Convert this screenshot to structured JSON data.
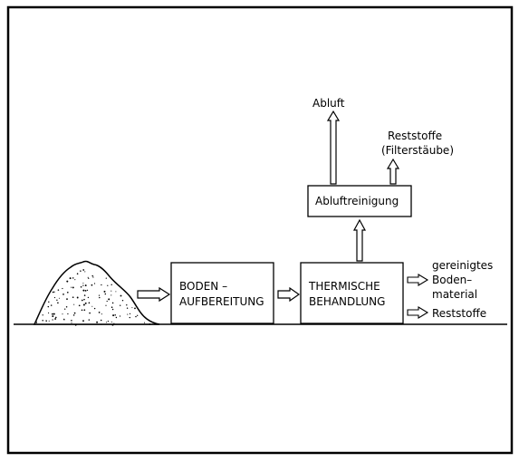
{
  "diagram": {
    "boxes": {
      "boden_line1": "BODEN   –",
      "boden_line2": "AUFBEREITUNG",
      "thermisch_line1": "THERMISCHE",
      "thermisch_line2": "BEHANDLUNG",
      "abluft_box": "Abluftreinigung"
    },
    "labels": {
      "abluft": "Abluft",
      "reststoffe_top_line1": "Reststoffe",
      "reststoffe_top_line2": "(Filterstäube)",
      "gereinigt_line1": "gereinigtes",
      "gereinigt_line2": "Boden–",
      "gereinigt_line3": "material",
      "reststoffe_bottom": "Reststoffe"
    }
  }
}
